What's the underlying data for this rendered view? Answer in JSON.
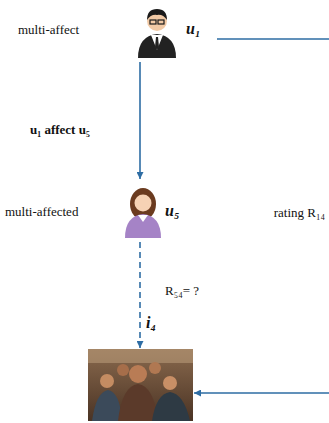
{
  "diagram": {
    "nodes": [
      {
        "text": [
          "multi-affect",
          "u₁"
        ]
      },
      {
        "text": [
          "multi-affected",
          "u₅"
        ]
      },
      {
        "text": [
          "i₄"
        ]
      }
    ],
    "edges": [
      {
        "from": 0,
        "to": 1,
        "arrow": "to",
        "label": "u₁ affect u₅"
      },
      {
        "from": 1,
        "to": 2,
        "arrow": "to",
        "label": "R₅₄= ?"
      },
      {
        "from": 0,
        "to": 2,
        "arrow": "to",
        "label": "rating R₁₄"
      }
    ]
  }
}
